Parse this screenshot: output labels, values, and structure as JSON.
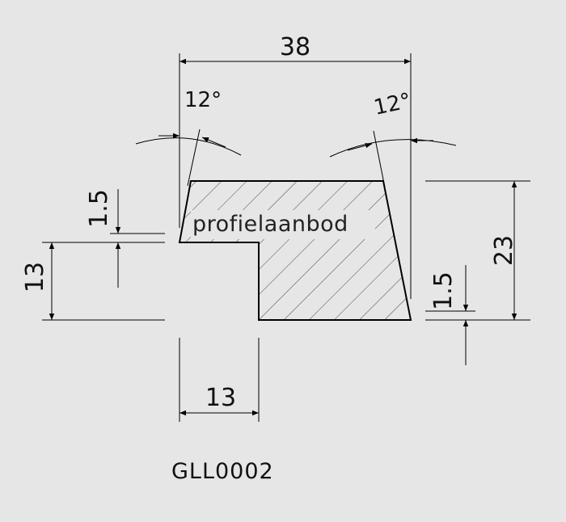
{
  "drawing": {
    "code": "GLL0002",
    "watermark": "profielaanbod",
    "colors": {
      "background": "#e6e6e6",
      "line": "#000000",
      "hatch": "#333333"
    },
    "dimensions": {
      "overall_width": "38",
      "overall_height": "23",
      "rebate_height": "13",
      "rebate_width": "13",
      "left_offset": "1.5",
      "right_offset": "1.5",
      "angle_left": "12°",
      "angle_right": "12°"
    }
  }
}
